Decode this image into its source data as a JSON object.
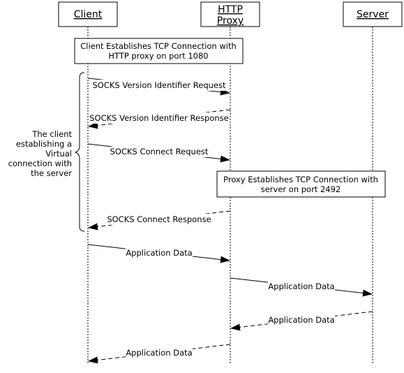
{
  "participants": {
    "client": "Client",
    "proxy_line1": "HTTP",
    "proxy_line2": "Proxy",
    "server": "Server"
  },
  "notes": {
    "client_connect_line1": "Client Establishes TCP Connection with",
    "client_connect_line2": "HTTP proxy on port 1080",
    "proxy_connect_line1": "Proxy Establishes TCP Connection with",
    "proxy_connect_line2": "server on port 2492"
  },
  "brace_label": {
    "line1": "The client",
    "line2": "establishing a",
    "line3": "Virtual",
    "line4": "connection with",
    "line5": "the server"
  },
  "messages": {
    "socks_version_request": "SOCKS Version Identifier Request",
    "socks_version_response": "SOCKS Version Identifier Response",
    "socks_connect_request": "SOCKS Connect Request",
    "socks_connect_response": "SOCKS Connect Response",
    "app_data_client_to_proxy": "Application Data",
    "app_data_proxy_to_server": "Application Data",
    "app_data_server_to_proxy": "Application Data",
    "app_data_proxy_to_client": "Application Data"
  }
}
